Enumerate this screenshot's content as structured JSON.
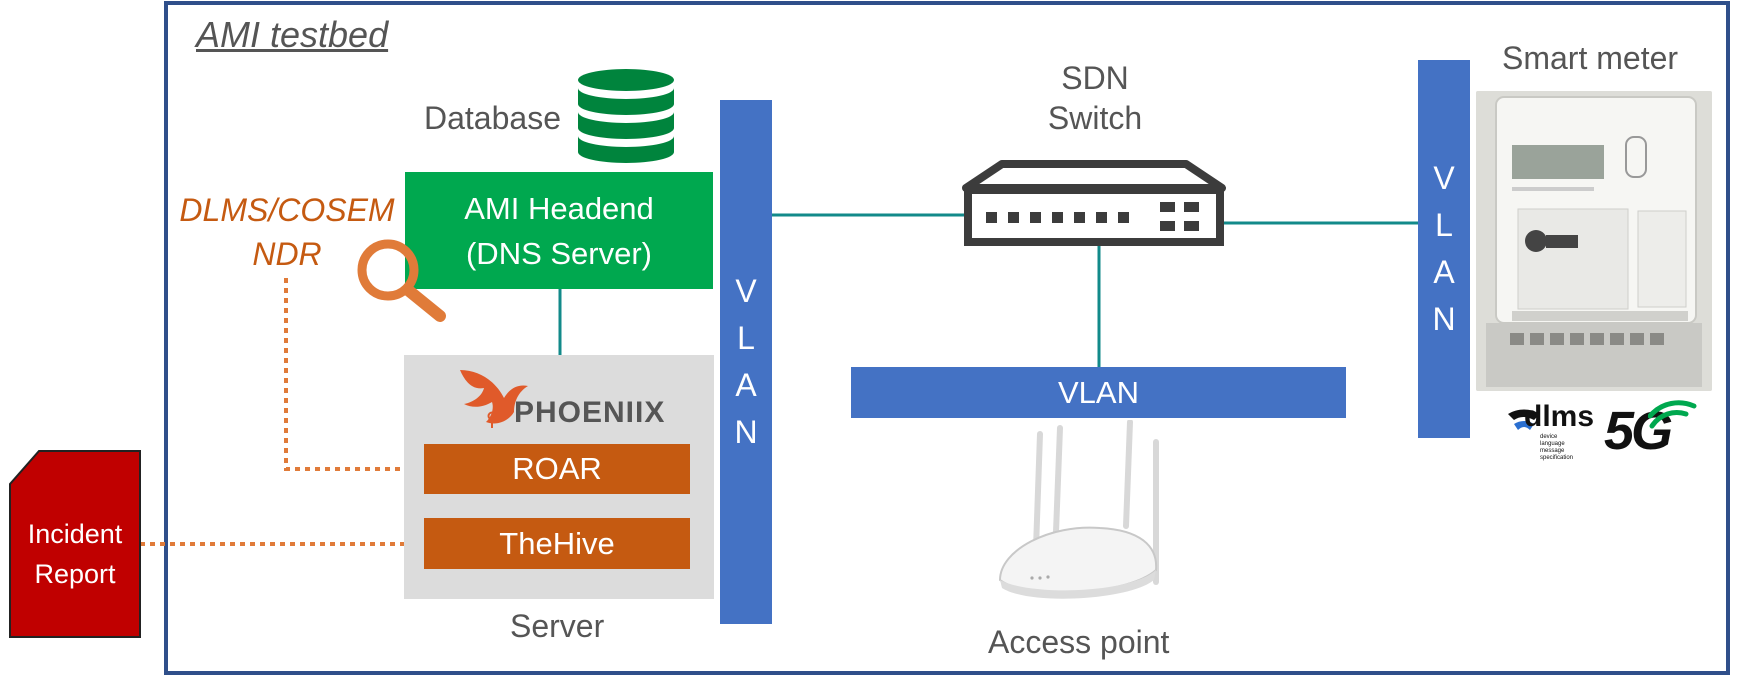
{
  "title": "AMI testbed",
  "labels": {
    "database": "Database",
    "server": "Server",
    "sdn_switch_line1": "SDN",
    "sdn_switch_line2": "Switch",
    "access_point": "Access point",
    "smart_meter": "Smart meter",
    "ndr_line1": "DLMS/COSEM",
    "ndr_line2": "NDR"
  },
  "headend": {
    "line1": "AMI Headend",
    "line2": "(DNS Server)"
  },
  "phoenix_logo": "PHOENIIX",
  "roar": "ROAR",
  "thehive": "TheHive",
  "incident_report": {
    "line1": "Incident",
    "line2": "Report"
  },
  "vlan_label": "VLAN",
  "vlan_vertical_1": [
    "V",
    "L",
    "A",
    "N"
  ],
  "vlan_vertical_2": [
    "V",
    "L",
    "A",
    "N"
  ],
  "logos": {
    "dlms": "dlms",
    "dlms_sub": [
      "device",
      "language",
      "message",
      "specification"
    ],
    "fiveg": "5G"
  },
  "colors": {
    "frame": "#2f4f8a",
    "headend": "#00a84f",
    "tool": "#c55a11",
    "vlan": "#4472c4",
    "link": "#128a8a",
    "incident": "#c00000"
  }
}
